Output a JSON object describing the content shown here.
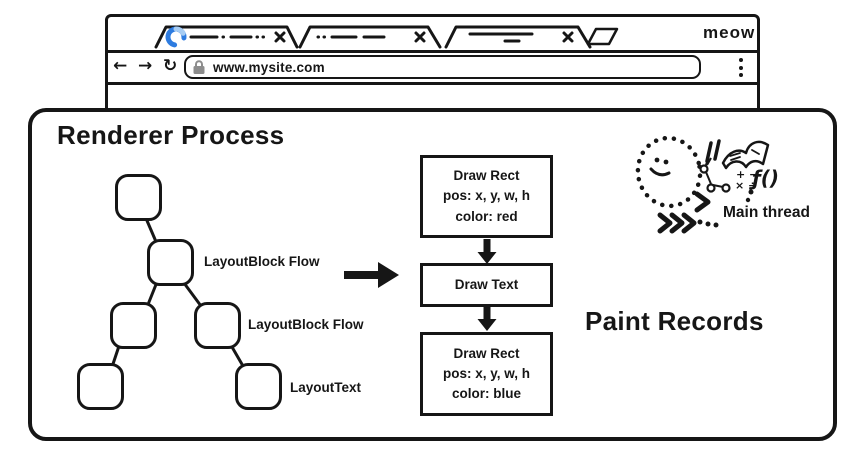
{
  "browser": {
    "brand": "meow",
    "url": "www.mysite.com",
    "back_icon": "←",
    "forward_icon": "→",
    "reload_icon": "↻",
    "menu_icon": "⋮"
  },
  "renderer": {
    "title": "Renderer Process",
    "tree": {
      "label_node2": "LayoutBlock Flow",
      "label_node3": "LayoutBlock Flow",
      "label_node4": "LayoutText"
    },
    "paint": {
      "heading": "Paint Records",
      "records": [
        {
          "line1": "Draw Rect",
          "line2": "pos: x, y, w, h",
          "line3": "color: red"
        },
        {
          "line1": "Draw Text"
        },
        {
          "line1": "Draw Rect",
          "line2": "pos: x, y, w, h",
          "line3": "color: blue"
        }
      ]
    },
    "main_thread": {
      "label": "Main thread",
      "math_line1": "+ −",
      "math_line2": "× ÷",
      "fn_symbol": "ƒ()"
    }
  },
  "colors": {
    "ink": "#161616",
    "spinner_dark": "#2e7ce0",
    "spinner_light": "#a7cdf4",
    "lock_gray": "#8d8d8d"
  }
}
